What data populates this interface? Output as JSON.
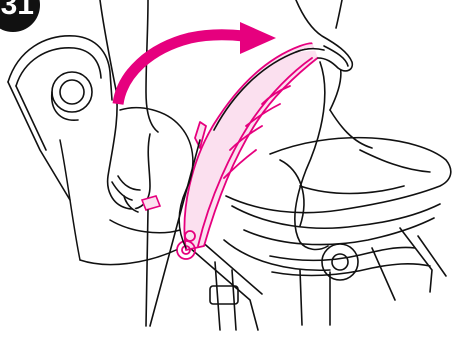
{
  "step": {
    "number": "31"
  },
  "label": {
    "text": ""
  },
  "colors": {
    "highlight": "#e6007e",
    "ink": "#111111",
    "background": "#ffffff"
  },
  "icons": {
    "arrow": "curved-arrow-right",
    "leader": "callout-lines"
  }
}
